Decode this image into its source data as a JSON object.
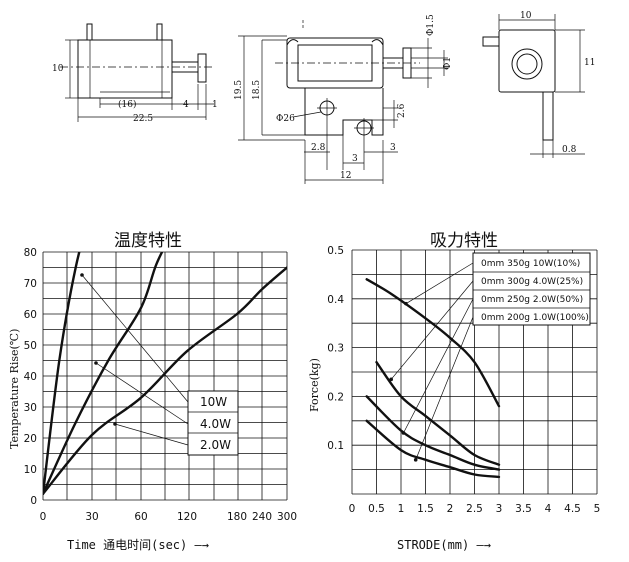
{
  "drawing": {
    "side_view": {
      "height_label": "10",
      "body_label": "(16)",
      "gap_label": "4",
      "end_label": "1",
      "total_label": "22.5"
    },
    "front_view": {
      "total_height_label": "19.5",
      "body_height_label": "18.5",
      "hole_label": "Φ26",
      "offset_label": "2.6",
      "pin_dia_label": "Φ1.5",
      "shaft_dia_label": "Φ1",
      "left_label": "2.8",
      "mid_label": "3",
      "right_label": "3",
      "width_label": "12"
    },
    "end_view": {
      "width_label": "10",
      "height_label": "11",
      "terminal_label": "0.8"
    }
  },
  "chart_data": [
    {
      "type": "line",
      "title": "温度特性",
      "xlabel": "Time 通电时间(sec) —→",
      "ylabel": "Temperature Rise(℃)",
      "x_ticks": [
        "0",
        "30",
        "60",
        "120",
        "180",
        "240",
        "300"
      ],
      "y_ticks": [
        "0",
        "10",
        "20",
        "30",
        "40",
        "50",
        "60",
        "70",
        "80"
      ],
      "ylim": [
        0,
        80
      ],
      "grid": true,
      "legend_box": [
        "10W",
        "4.0W",
        "2.0W"
      ],
      "series": [
        {
          "name": "10W",
          "x": [
            0,
            10,
            20,
            30
          ],
          "y": [
            2,
            45,
            75,
            95
          ]
        },
        {
          "name": "4.0W",
          "x": [
            0,
            20,
            40,
            60,
            80,
            100
          ],
          "y": [
            2,
            25,
            45,
            62,
            76,
            86
          ]
        },
        {
          "name": "2.0W",
          "x": [
            0,
            30,
            60,
            120,
            180,
            240,
            300
          ],
          "y": [
            2,
            21,
            33,
            48,
            60,
            68,
            75
          ]
        }
      ]
    },
    {
      "type": "line",
      "title": "吸力特性",
      "xlabel": "STRODE(mm) —→",
      "ylabel": "Force(kg)",
      "x_ticks": [
        "0",
        "0.5",
        "1",
        "1.5",
        "2",
        "2.5",
        "3",
        "3.5",
        "4",
        "4.5",
        "5"
      ],
      "y_ticks": [
        "0.1",
        "0.2",
        "0.3",
        "0.4",
        "0.5"
      ],
      "xlim": [
        0,
        5
      ],
      "ylim": [
        0,
        0.5
      ],
      "grid": true,
      "legend_box": [
        "0mm 350g 10W(10%)",
        "0mm 300g 4.0W(25%)",
        "0mm 250g 2.0W(50%)",
        "0mm 200g 1.0W(100%)"
      ],
      "series": [
        {
          "name": "0mm 350g 10W(10%)",
          "x": [
            0.3,
            0.8,
            1.5,
            2,
            2.5,
            3
          ],
          "y": [
            0.44,
            0.41,
            0.36,
            0.32,
            0.27,
            0.18
          ]
        },
        {
          "name": "0mm 300g 4.0W(25%)",
          "x": [
            0.5,
            1,
            1.5,
            2,
            2.5,
            3
          ],
          "y": [
            0.27,
            0.2,
            0.16,
            0.12,
            0.08,
            0.06
          ]
        },
        {
          "name": "0mm 250g 2.0W(50%)",
          "x": [
            0.3,
            1,
            1.5,
            2,
            2.5,
            3
          ],
          "y": [
            0.2,
            0.13,
            0.1,
            0.08,
            0.06,
            0.05
          ]
        },
        {
          "name": "0mm 200g 1.0W(100%)",
          "x": [
            0.3,
            1,
            1.5,
            2,
            2.5,
            3
          ],
          "y": [
            0.15,
            0.09,
            0.07,
            0.055,
            0.04,
            0.035
          ]
        }
      ]
    }
  ]
}
